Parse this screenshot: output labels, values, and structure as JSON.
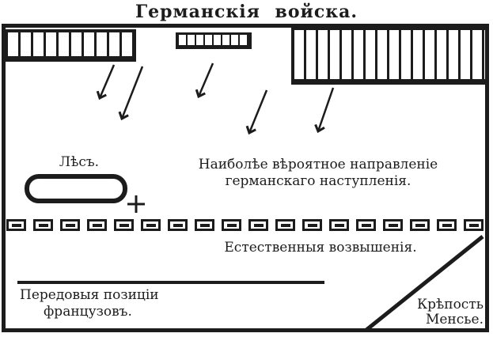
{
  "title": "Германскія войска.",
  "map": {
    "forest_label": "Лѣсъ.",
    "plus_sign": "+",
    "direction_label_line1": "Наиболѣе вѣроятное направленіе",
    "direction_label_line2": "германскаго наступленія.",
    "elevations_label": "Естественныя возвышенія.",
    "french_label_line1": "Передовыя позиціи",
    "french_label_line2": "французовъ.",
    "fortress_label_line1": "Крѣпость",
    "fortress_label_line2": "Менсье.",
    "german_troop_block_count": 3,
    "attack_arrow_count": 5,
    "elevation_row": {
      "box_count": 18
    }
  },
  "colors": {
    "ink": "#1c1c1c",
    "paper": "#ffffff"
  }
}
